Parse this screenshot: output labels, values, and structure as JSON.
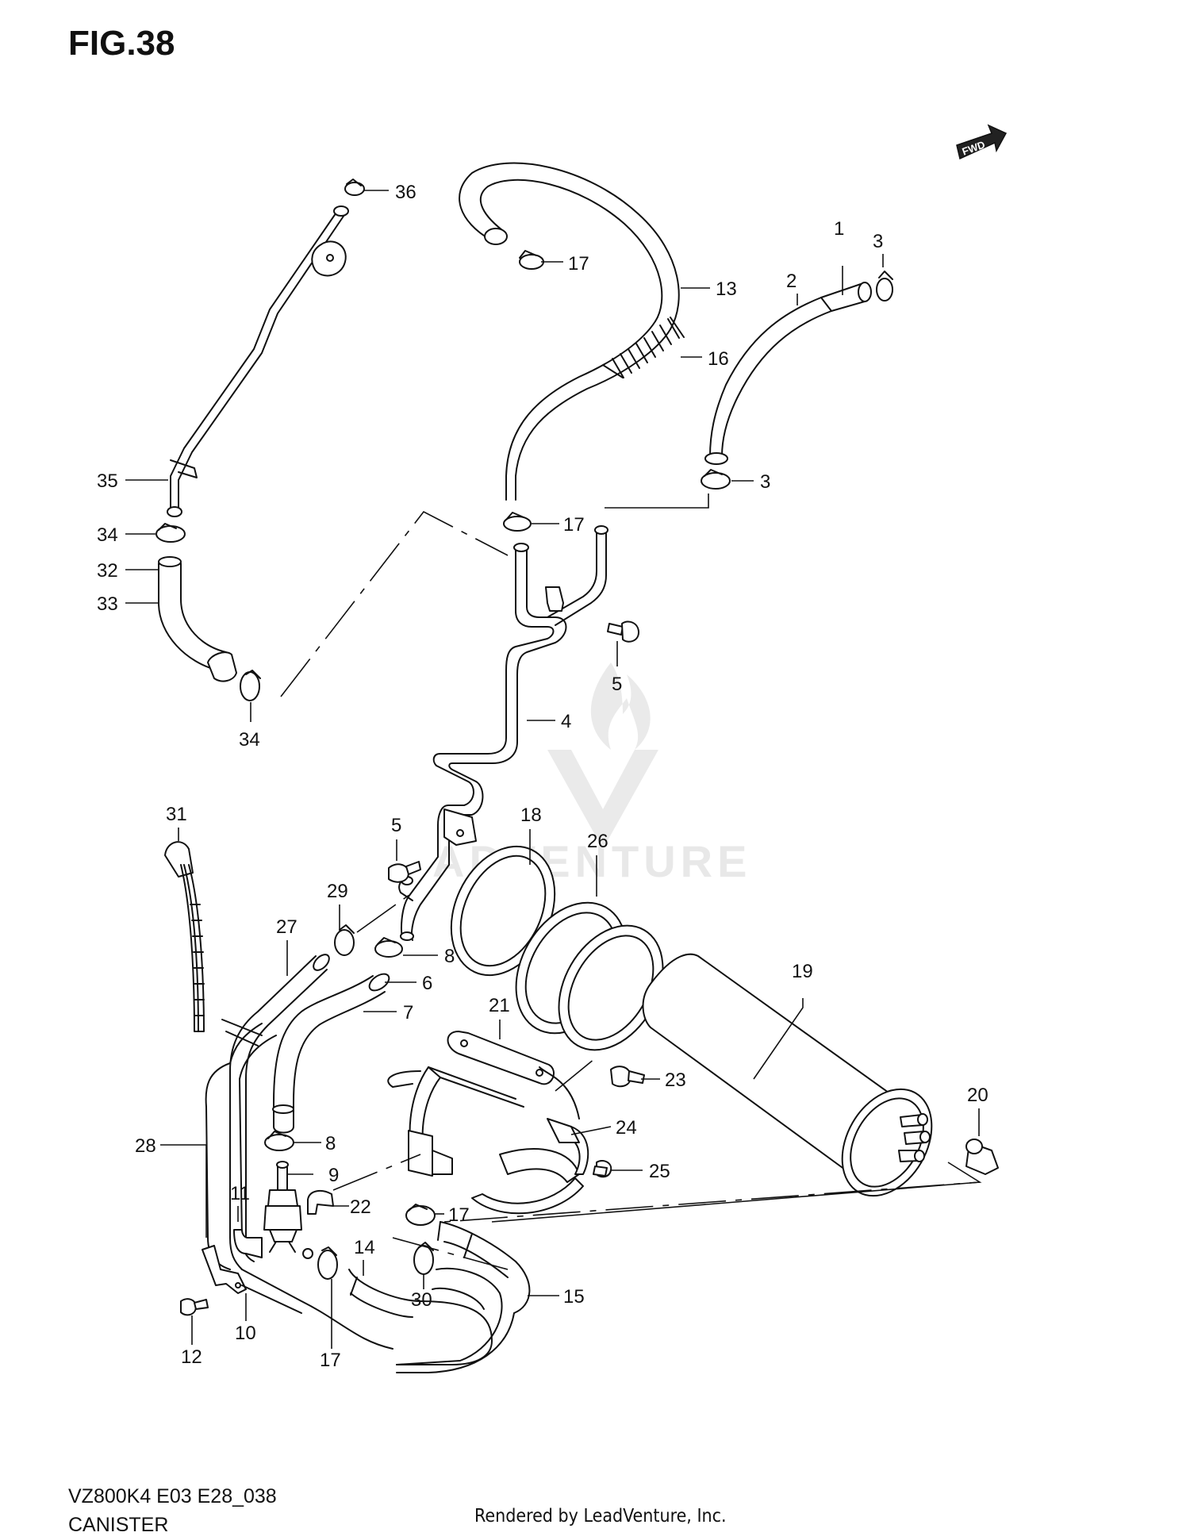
{
  "figure": {
    "title": "FIG.38"
  },
  "footer": {
    "model_code": "VZ800K4 E03 E28_038",
    "section": "CANISTER",
    "credit": "Rendered by LeadVenture, Inc."
  },
  "direction_badge": {
    "label": "FWD"
  },
  "watermark": {
    "text": "ADVENTURE"
  },
  "callouts": {
    "c36": "36",
    "c17a": "17",
    "c13": "13",
    "c16": "16",
    "c3a": "3",
    "c1": "1",
    "c2": "2",
    "c3b": "3",
    "c17b": "17",
    "c35": "35",
    "c34a": "34",
    "c32": "32",
    "c33": "33",
    "c34b": "34",
    "c5a": "5",
    "c4": "4",
    "c31": "31",
    "c5b": "5",
    "c18": "18",
    "c26": "26",
    "c29": "29",
    "c27": "27",
    "c8a": "8",
    "c6": "6",
    "c7": "7",
    "c19": "19",
    "c21": "21",
    "c23": "23",
    "c20": "20",
    "c24": "24",
    "c8b": "8",
    "c25": "25",
    "c28": "28",
    "c9": "9",
    "c11": "11",
    "c22": "22",
    "c17c": "17",
    "c14": "14",
    "c15": "15",
    "c30": "30",
    "c10": "10",
    "c12": "12",
    "c17d": "17"
  }
}
